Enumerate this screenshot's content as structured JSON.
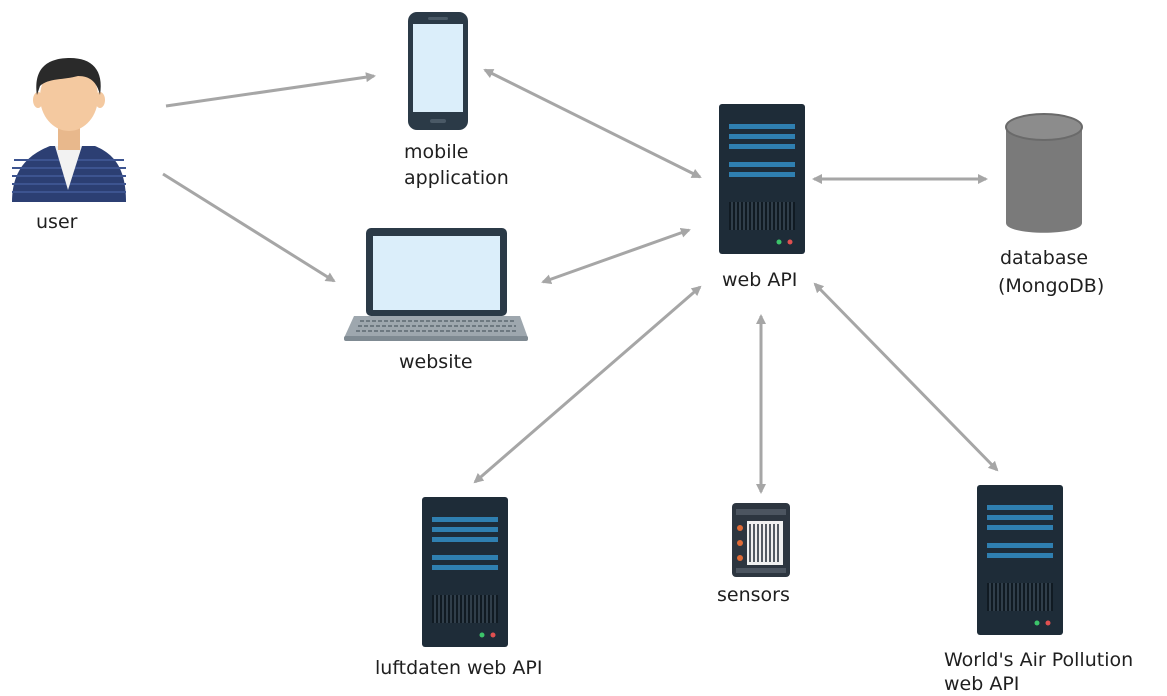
{
  "nodes": {
    "user": {
      "label": "user"
    },
    "mobile": {
      "label_line1": "mobile",
      "label_line2": "application"
    },
    "website": {
      "label": "website"
    },
    "web_api": {
      "label": "web API"
    },
    "database": {
      "label_line1": "database",
      "label_line2": "(MongoDB)"
    },
    "luftdaten": {
      "label": "luftdaten web API"
    },
    "sensors": {
      "label": "sensors"
    },
    "world_air": {
      "label_line1": "World's Air Pollution",
      "label_line2": "web API"
    }
  },
  "colors": {
    "arrow": "#a6a6a6",
    "server_body": "#1e2c38",
    "server_bar": "#2f7fb0",
    "screen": "#dbeefa",
    "shirt": "#2c3f73",
    "skin": "#f4c9a0",
    "db": "#7a7a7a"
  },
  "edges": [
    {
      "from": "user",
      "to": "mobile",
      "direction": "forward"
    },
    {
      "from": "user",
      "to": "website",
      "direction": "forward"
    },
    {
      "from": "mobile",
      "to": "web_api",
      "direction": "both"
    },
    {
      "from": "website",
      "to": "web_api",
      "direction": "both"
    },
    {
      "from": "web_api",
      "to": "database",
      "direction": "both"
    },
    {
      "from": "web_api",
      "to": "luftdaten",
      "direction": "both"
    },
    {
      "from": "web_api",
      "to": "sensors",
      "direction": "both"
    },
    {
      "from": "web_api",
      "to": "world_air",
      "direction": "both"
    }
  ]
}
